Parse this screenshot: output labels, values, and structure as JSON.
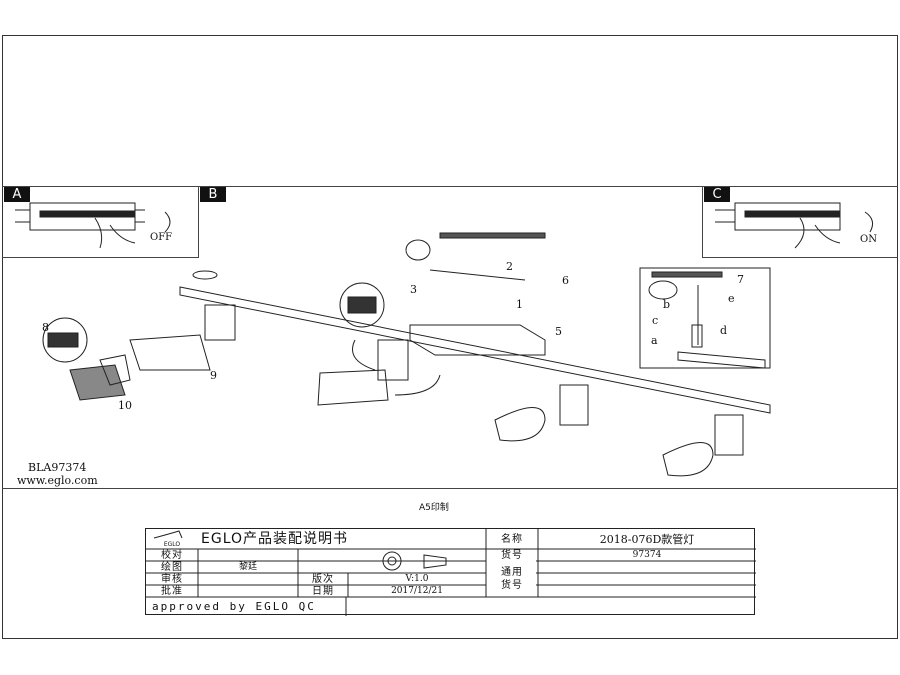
{
  "panels": {
    "a_label": "A",
    "b_label": "B",
    "c_label": "C",
    "off": "OFF",
    "on": "ON"
  },
  "steps": [
    "1",
    "2",
    "3",
    "5",
    "6",
    "7",
    "8",
    "9",
    "10"
  ],
  "letters": [
    "a",
    "b",
    "c",
    "d",
    "e"
  ],
  "footer": {
    "code": "BLA97374",
    "website": "www.eglo.com",
    "print_size": "A5印制"
  },
  "title_block": {
    "title": "EGLO产品装配说明书",
    "name_label": "名称",
    "name_value": "2018-076D款管灯",
    "check_label": "校对",
    "check_value": "",
    "drawing_label": "绘图",
    "drawing_value": "黎廷",
    "review_label": "审核",
    "review_value": "",
    "approve_label": "批准",
    "approve_value": "",
    "item_no_label": "货号",
    "item_no_value": "97374",
    "general_item_label": "通用货号",
    "general_item_value": "",
    "version_label": "版次",
    "version_value": "V:1.0",
    "date_label": "日期",
    "date_value": "2017/12/21",
    "approved_text": "approved by EGLO QC",
    "logo_text": "EGLO"
  }
}
